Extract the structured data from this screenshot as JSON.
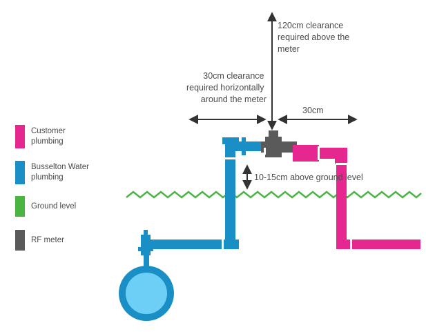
{
  "legend": [
    {
      "label_lines": [
        "Customer",
        "plumbing"
      ],
      "color": "#e6278f"
    },
    {
      "label_lines": [
        "Busselton Water",
        "plumbing"
      ],
      "color": "#1a8fc6"
    },
    {
      "label_lines": [
        "Ground level"
      ],
      "color": "#4bb543"
    },
    {
      "label_lines": [
        "RF meter"
      ],
      "color": "#5a5a5a"
    }
  ],
  "annotations": {
    "vertical_clearance_lines": [
      "120cm clearance",
      "required above the",
      "meter"
    ],
    "horizontal_clearance_lines": [
      "30cm clearance",
      "required horizontally",
      "around the meter"
    ],
    "right_clearance": "30cm",
    "height_above_ground": "10-15cm above ground level"
  },
  "colors": {
    "customer": "#e6278f",
    "busselton": "#1a8fc6",
    "ground": "#4bb543",
    "meter": "#5a5a5a",
    "tank_fill": "#6ecff6",
    "arrow": "#333333"
  },
  "icons": {
    "tank": "water-tank-icon",
    "valve": "valve-icon",
    "meter": "rf-meter-icon"
  }
}
